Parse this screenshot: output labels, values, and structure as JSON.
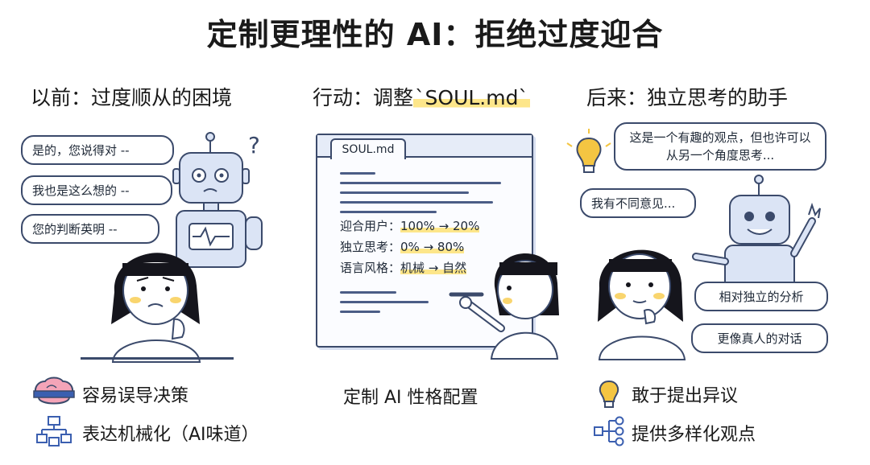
{
  "title": "定制更理性的 AI：拒绝过度迎合",
  "before": {
    "heading": "以前：过度顺从的困境",
    "bubbles": [
      "是的，您说得对 --",
      "我也是这么想的 --",
      "您的判断英明 --"
    ],
    "question_mark": "?",
    "items": [
      {
        "icon": "blindfolded-brain-icon",
        "label": "容易误导决策"
      },
      {
        "icon": "flowchart-icon",
        "label": "表达机械化（AI味道）"
      }
    ]
  },
  "action": {
    "heading_prefix": "行动：调整",
    "heading_code": "`SOUL.md`",
    "tab_label": "SOUL.md",
    "settings": [
      {
        "label": "迎合用户：",
        "value": "100% → 20%"
      },
      {
        "label": "独立思考：",
        "value": "0% → 80%"
      },
      {
        "label": "语言风格：",
        "value": "机械 → 自然"
      }
    ],
    "caption": "定制 AI 性格配置"
  },
  "after": {
    "heading": "后来：独立思考的助手",
    "bubbles": [
      "这是一个有趣的观点，但也许可以从另一个角度思考...",
      "我有不同意见...",
      "相对独立的分析",
      "更像真人的对话"
    ],
    "items": [
      {
        "icon": "lightbulb-icon",
        "label": "敢于提出异议"
      },
      {
        "icon": "branching-nodes-icon",
        "label": "提供多样化观点"
      }
    ]
  },
  "colors": {
    "ink": "#3b4a6b",
    "highlight": "#fde68a",
    "robot": "#dbe4f5",
    "bulb": "#f4c542",
    "hair": "#15151c"
  }
}
